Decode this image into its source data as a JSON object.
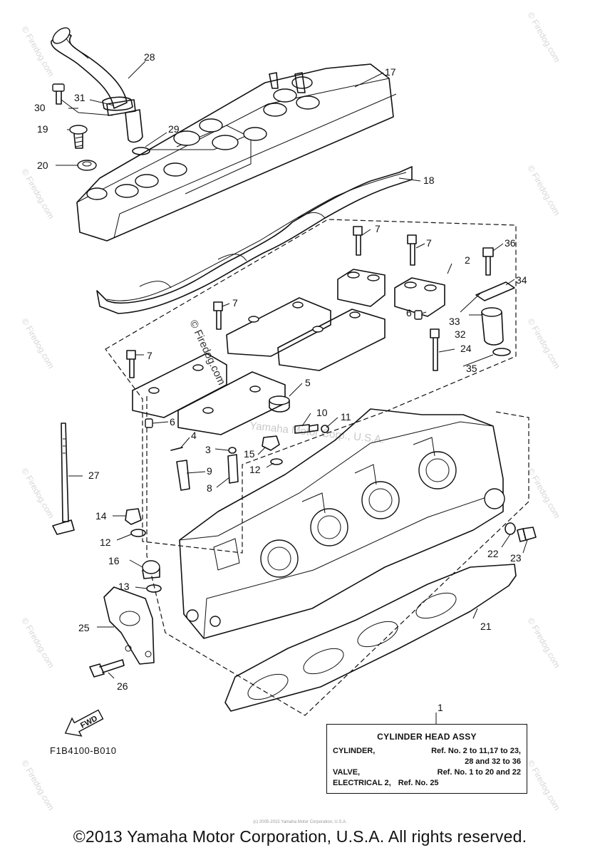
{
  "watermark": "© Firedog.com",
  "center_watermark": "© Firedog.com",
  "faint_watermark": "Yamaha Motor Corp., U.S.A.",
  "callouts": [
    "28",
    "17",
    "31",
    "30",
    "19",
    "29",
    "20",
    "18",
    "7",
    "7",
    "2",
    "36",
    "34",
    "7",
    "6",
    "33",
    "32",
    "24",
    "7",
    "35",
    "5",
    "10",
    "11",
    "6",
    "4",
    "3",
    "15",
    "12",
    "9",
    "8",
    "27",
    "14",
    "12",
    "16",
    "13",
    "22",
    "23",
    "25",
    "21",
    "26",
    "1"
  ],
  "assy_box": {
    "title": "CYLINDER HEAD ASSY",
    "row1_label": "CYLINDER,",
    "row1_value": "Ref. No. 2 to 11,17 to 23,",
    "row2_value": "28 and 32 to 36",
    "row3_label": "VALVE,",
    "row3_value": "Ref. No. 1 to 20 and 22",
    "row4_label": "ELECTRICAL 2,",
    "row4_value": "Ref. No. 25"
  },
  "fwd_label": "FWD",
  "ref_code": "F1B4100-B010",
  "tiny_text": "(c) 2005-2015 Yamaha Motor Corporation, U.S.A.",
  "copyright": "©2013 Yamaha Motor Corporation, U.S.A. All rights reserved."
}
